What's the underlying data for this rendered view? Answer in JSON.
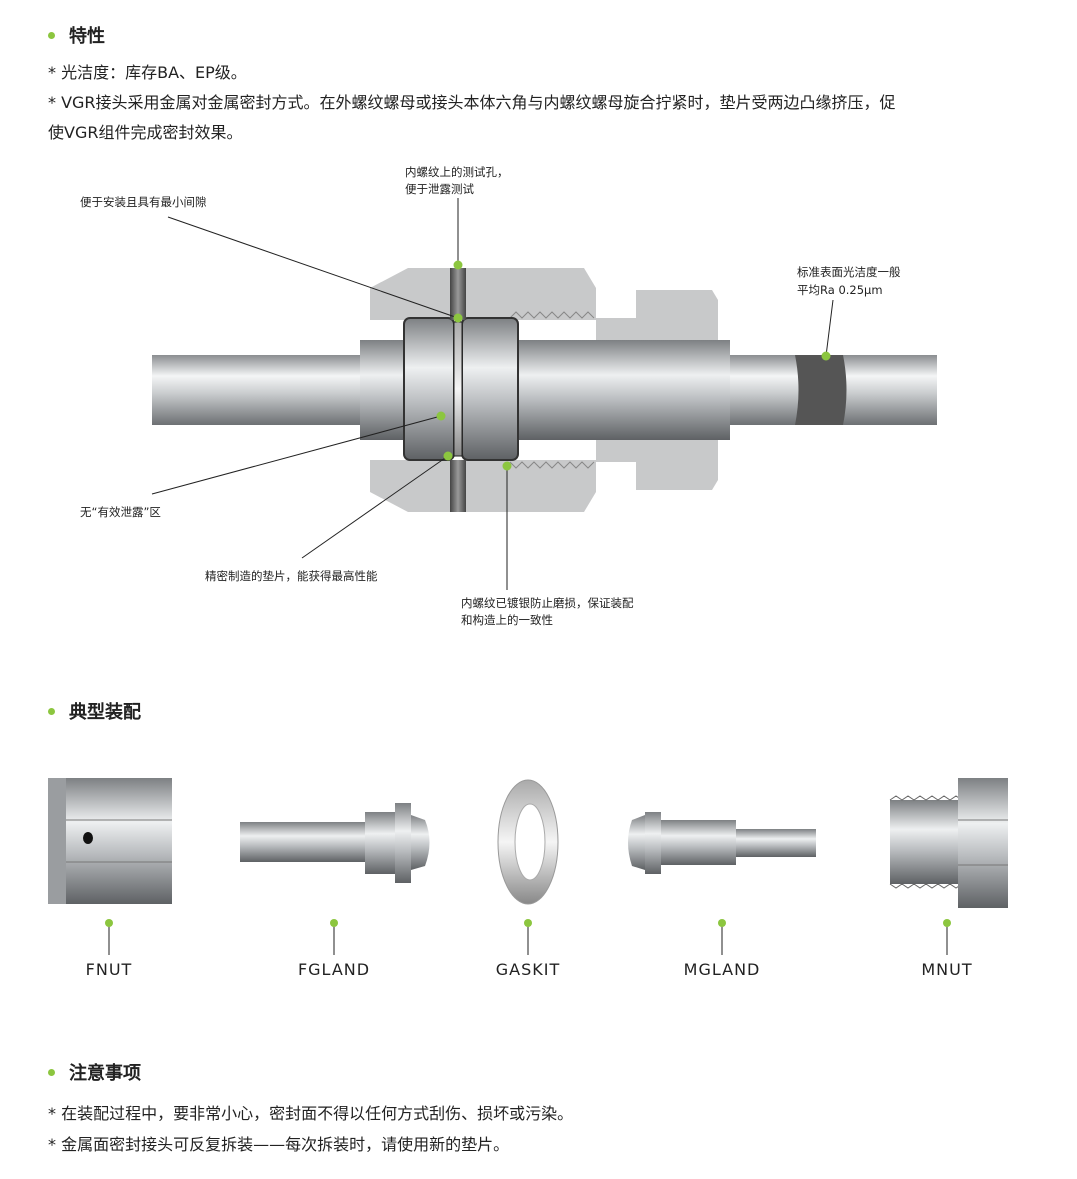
{
  "features": {
    "heading": "特性",
    "lines": [
      "* 光洁度：库存BA、EP级。",
      "* VGR接头采用金属对金属密封方式。在外螺纹螺母或接头本体六角与内螺纹螺母旋合拧紧时，垫片受两边凸缘挤压，促",
      "使VGR组件完成密封效果。"
    ]
  },
  "diagram": {
    "callouts": {
      "min_gap": "便于安装且具有最小间隙",
      "test_hole_1": "内螺纹上的测试孔，",
      "test_hole_2": "便于泄露测试",
      "finish_1": "标准表面光洁度一般",
      "finish_2": "平均Ra 0.25μm",
      "no_leak": "无“有效泄露”区",
      "gasket": "精密制造的垫片，能获得最高性能",
      "thread_1": "内螺纹已镀银防止磨损，保证装配",
      "thread_2": "和构造上的一致性"
    },
    "accent_color": "#8cc63f"
  },
  "assembly": {
    "heading": "典型装配",
    "parts": [
      "FNUT",
      "FGLAND",
      "GASKIT",
      "MGLAND",
      "MNUT"
    ]
  },
  "notes": {
    "heading": "注意事项",
    "lines": [
      "* 在装配过程中，要非常小心，密封面不得以任何方式刮伤、损坏或污染。",
      "* 金属面密封接头可反复拆装——每次拆装时，请使用新的垫片。"
    ]
  }
}
